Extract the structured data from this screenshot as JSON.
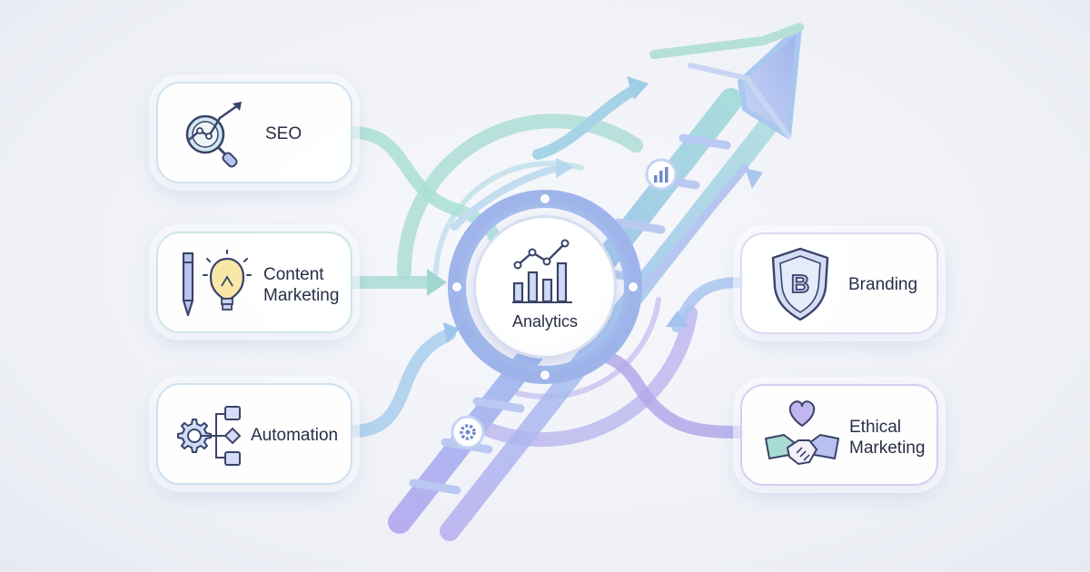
{
  "hub": {
    "label": "Analytics",
    "icon": "bar-chart-trend-icon"
  },
  "nodes": {
    "seo": {
      "label": "SEO",
      "icon": "magnifier-growth-icon"
    },
    "content_marketing": {
      "label_lines": [
        "Content",
        "Marketing"
      ],
      "icon": "pen-lightbulb-icon"
    },
    "automation": {
      "label": "Automation",
      "icon": "gear-workflow-icon"
    },
    "branding": {
      "label": "Branding",
      "icon": "shield-b-icon"
    },
    "ethical_marketing": {
      "label_lines": [
        "Ethical",
        "Marketing"
      ],
      "icon": "handshake-heart-icon"
    }
  },
  "decorations": {
    "ladder_icons": [
      "bar-chart-icon",
      "gear-icon"
    ],
    "main_shape": "rising-ladder-arrow"
  },
  "colors": {
    "teal": "#8fd3c8",
    "blue": "#8eb8ea",
    "violet": "#a69be6",
    "icon_stroke": "#3a4468",
    "icon_fill": "#cbd8f5"
  }
}
